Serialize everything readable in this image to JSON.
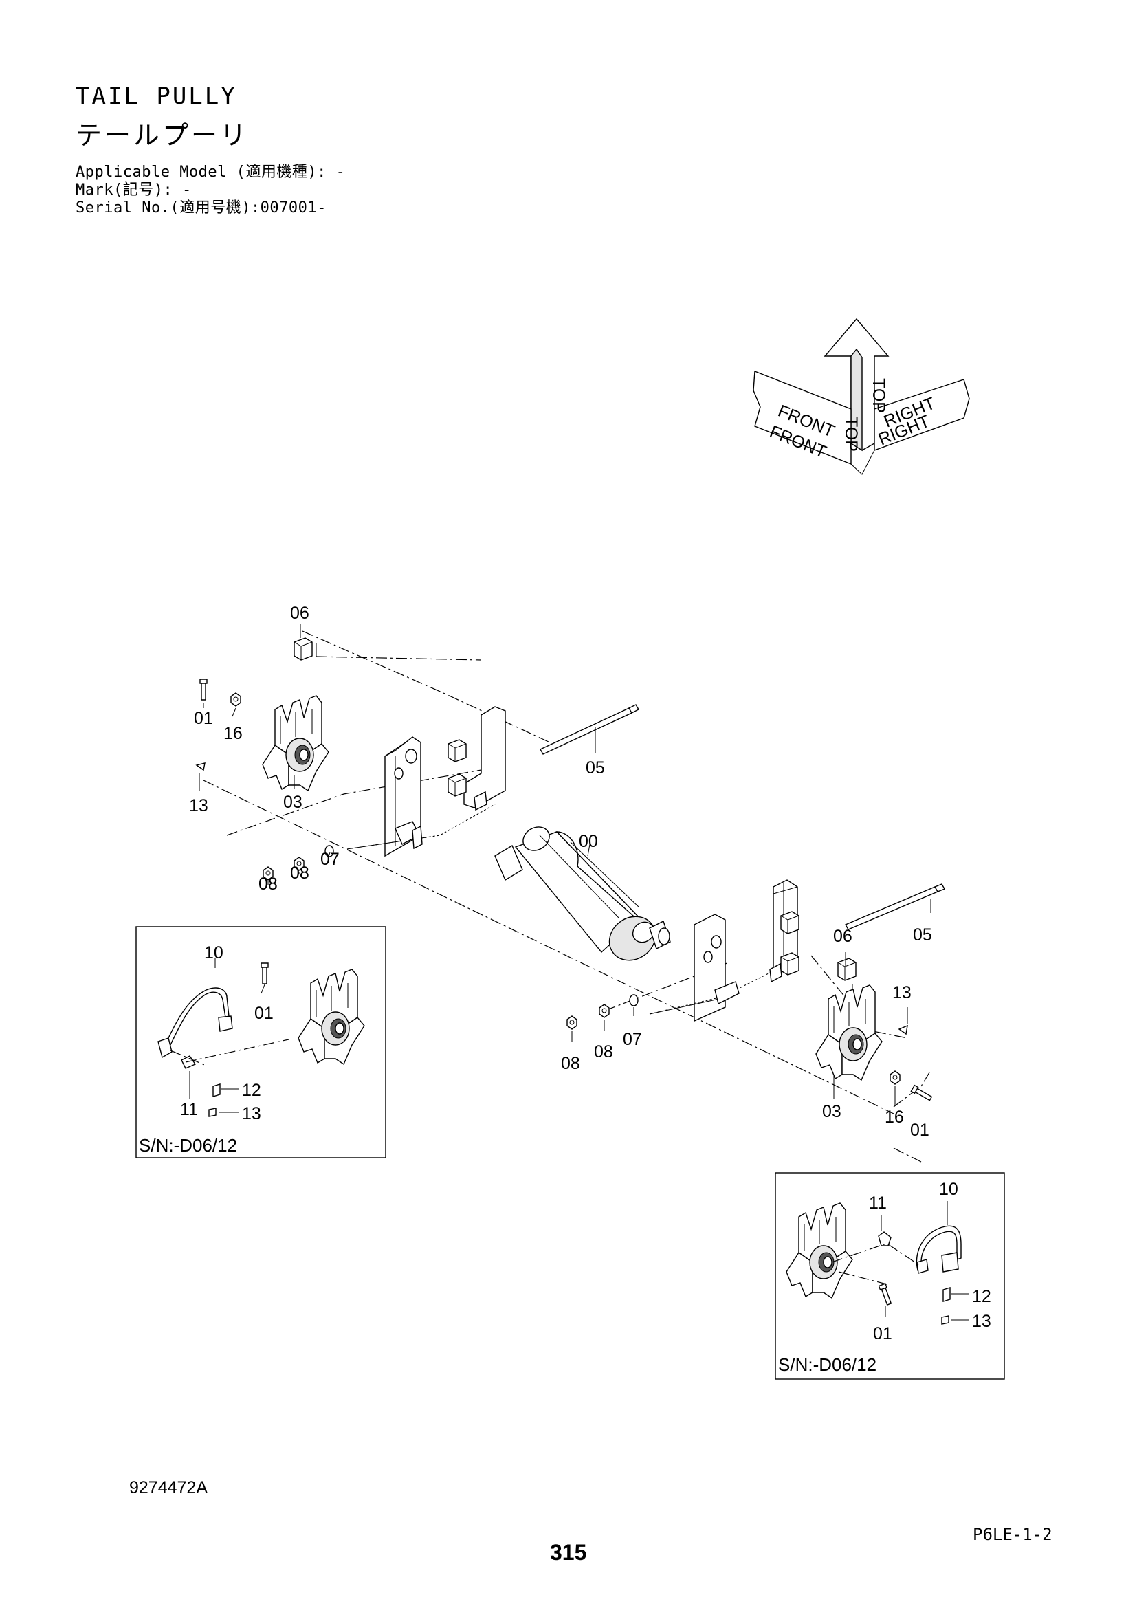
{
  "header": {
    "title": "TAIL PULLY",
    "title_jp": "テールプーリ",
    "applicable_model": "Applicable Model (適用機種): -",
    "mark": "Mark(記号): -",
    "serial": "Serial No.(適用号機):007001-"
  },
  "orientation": {
    "top": "TOP",
    "front": "FRONT",
    "right": "RIGHT"
  },
  "callouts": {
    "c00": "00",
    "c01a": "01",
    "c01b": "01",
    "c03a": "03",
    "c03b": "03",
    "c05a": "05",
    "c05b": "05",
    "c06a": "06",
    "c06b": "06",
    "c07a": "07",
    "c07b": "07",
    "c08a": "08",
    "c08b": "08",
    "c08c": "08",
    "c08d": "08",
    "c13a": "13",
    "c13b": "13",
    "c16a": "16",
    "c16b": "16"
  },
  "inset_left": {
    "c10": "10",
    "c01": "01",
    "c11": "11",
    "c12": "12",
    "c13": "13",
    "serial_note": "S/N:-D06/12"
  },
  "inset_right": {
    "c10": "10",
    "c11": "11",
    "c12": "12",
    "c01": "01",
    "c13": "13",
    "serial_note": "S/N:-D06/12"
  },
  "footer": {
    "doc_number": "9274472A",
    "page_code": "P6LE-1-2",
    "page_number": "315"
  }
}
